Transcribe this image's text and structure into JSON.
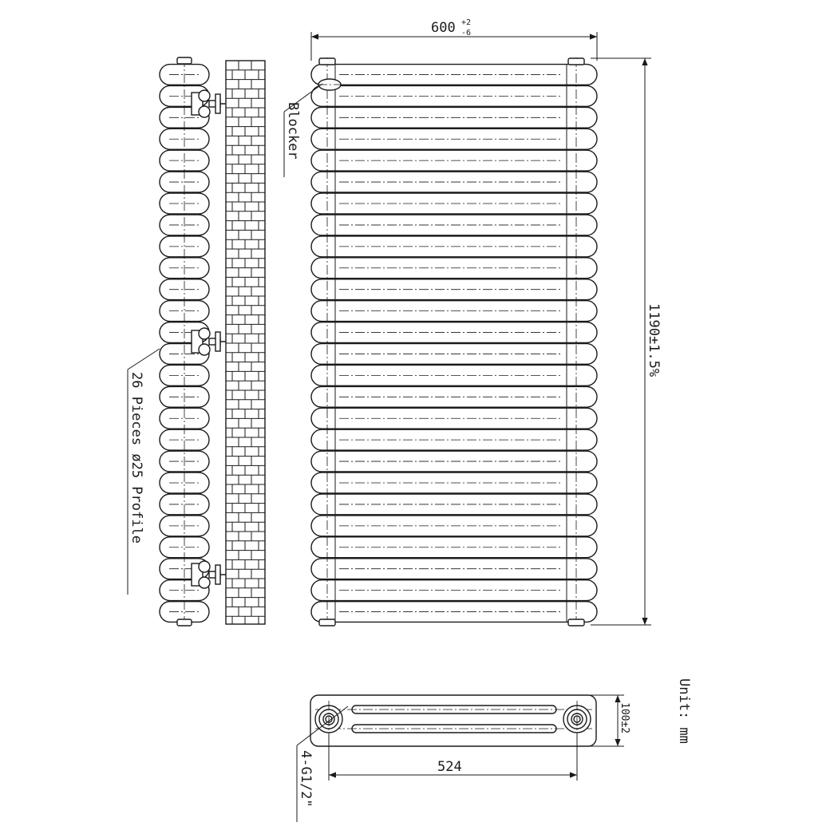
{
  "drawing": {
    "unit_label": "Unit: mm",
    "width_dim": {
      "value": "600",
      "tol_upper": "+2",
      "tol_lower": "-6"
    },
    "height_dim": "1190±1.5%",
    "depth_dim": "100±2",
    "center_dim": "524",
    "connections": "4-G1/2\"",
    "blocker": "Blocker",
    "pieces_note": "26 Pieces ø25 Profile",
    "tube_count": 26
  }
}
